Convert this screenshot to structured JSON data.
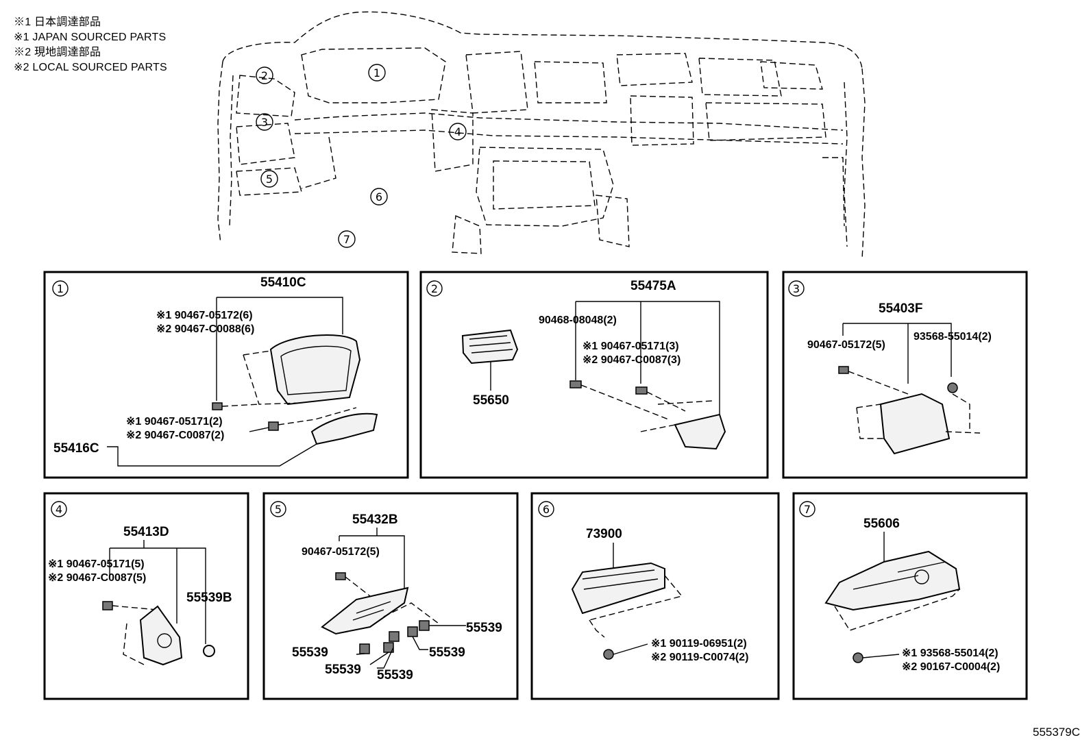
{
  "legend": [
    {
      "mark": "※1",
      "text": "日本調達部品"
    },
    {
      "mark": "※1",
      "text": "JAPAN SOURCED PARTS"
    },
    {
      "mark": "※2",
      "text": "現地調達部品"
    },
    {
      "mark": "※2",
      "text": "LOCAL SOURCED PARTS"
    }
  ],
  "overview_callouts": [
    "1",
    "2",
    "3",
    "4",
    "5",
    "6",
    "7"
  ],
  "panels": [
    {
      "num": "1",
      "main_part": "55410C",
      "labels": [
        "※1 90467-05172(6)",
        "※2 90467-C0088(6)",
        "※1 90467-05171(2)",
        "※2 90467-C0087(2)",
        "55416C"
      ]
    },
    {
      "num": "2",
      "main_part": "55475A",
      "labels": [
        "90468-08048(2)",
        "※1 90467-05171(3)",
        "※2 90467-C0087(3)",
        "55650"
      ]
    },
    {
      "num": "3",
      "main_part": "55403F",
      "labels": [
        "90467-05172(5)",
        "93568-55014(2)"
      ]
    },
    {
      "num": "4",
      "main_part": "55413D",
      "labels": [
        "※1 90467-05171(5)",
        "※2 90467-C0087(5)",
        "55539B"
      ]
    },
    {
      "num": "5",
      "main_part": "55432B",
      "labels": [
        "90467-05172(5)",
        "55539",
        "55539",
        "55539",
        "55539",
        "55539"
      ]
    },
    {
      "num": "6",
      "main_part": "73900",
      "labels": [
        "※1 90119-06951(2)",
        "※2 90119-C0074(2)"
      ]
    },
    {
      "num": "7",
      "main_part": "55606",
      "labels": [
        "※1 93568-55014(2)",
        "※2 90167-C0004(2)"
      ]
    }
  ],
  "doc_id": "555379C"
}
